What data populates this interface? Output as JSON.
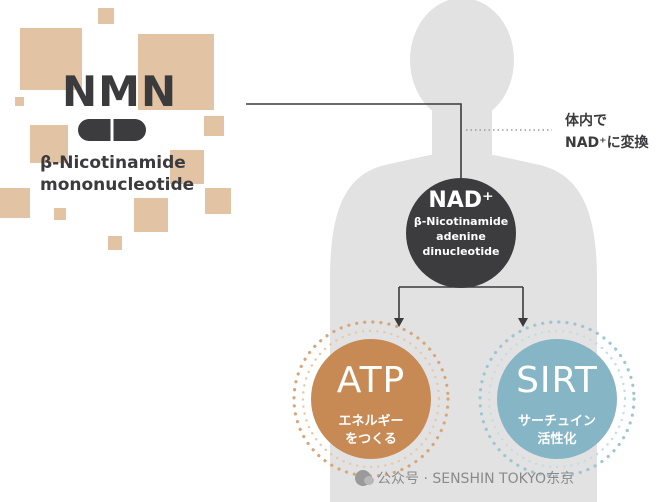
{
  "nmn": {
    "title": "NMN",
    "full_name": "β-Nicotinamide\nmononucleotide"
  },
  "conversion_note": "体内で\nNAD⁺に変換",
  "nad": {
    "title": "NAD⁺",
    "full_name": "β-Nicotinamide\nadenine\ndinucleotide"
  },
  "atp": {
    "title": "ATP",
    "caption": "エネルギー\nをつくる"
  },
  "sirt": {
    "title": "SIRT",
    "caption": "サーチュイン\n活性化"
  },
  "watermark": "公众号 · SENSHIN TOKYO东京",
  "colors": {
    "nad_circle": "#3c3b3e",
    "atp_circle": "#c88a55",
    "sirt_circle": "#86b5c6",
    "body_silhouette": "#e2e2e2",
    "deco_squares": "#e2c3a4",
    "text_dark": "#3b3b3d"
  }
}
